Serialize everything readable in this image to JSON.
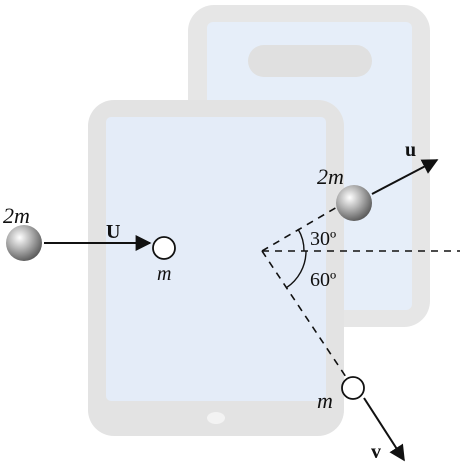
{
  "diagram": {
    "left_ball": {
      "mass_label": "2m"
    },
    "initial_velocity_label": "U",
    "target_ball": {
      "mass_label": "m"
    },
    "after_heavy": {
      "mass_label": "2m",
      "velocity_label": "u",
      "angle_label": "30º"
    },
    "after_light": {
      "mass_label": "m",
      "velocity_label": "v",
      "angle_label": "60º"
    },
    "colors": {
      "tablet_frame": "#e3e3e3",
      "tablet_screen": "#e4ecf8",
      "line": "#111111",
      "heavy_ball": "#9a9a9a"
    }
  }
}
